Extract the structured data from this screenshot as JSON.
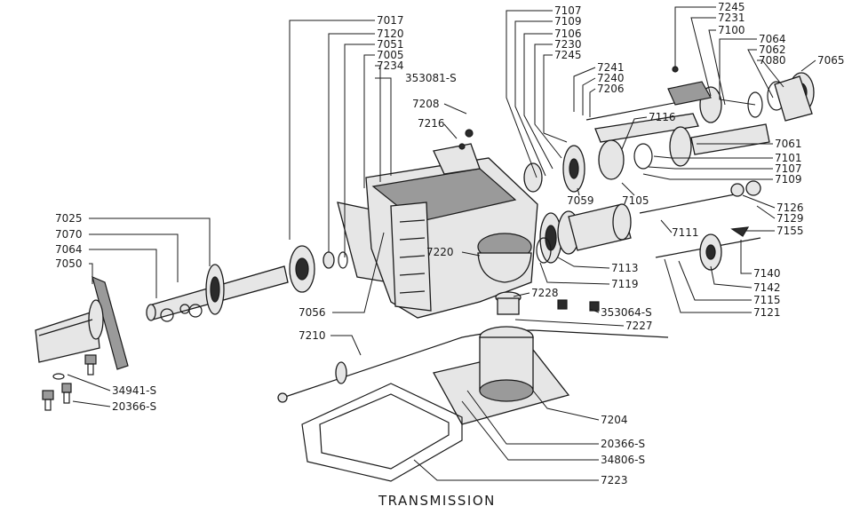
{
  "title": "TRANSMISSION",
  "labels": {
    "l7017": "7017",
    "l7120": "7120",
    "l7051": "7051",
    "l7005": "7005",
    "l7234": "7234",
    "l353081s": "353081-S",
    "l7208": "7208",
    "l7216": "7216",
    "l7025": "7025",
    "l7070": "7070",
    "l7064a": "7064",
    "l7050": "7050",
    "l7220": "7220",
    "l7056": "7056",
    "l7210": "7210",
    "l34941s": "34941-S",
    "l20366s_a": "20366-S",
    "l7107a": "7107",
    "l7109a": "7109",
    "l7106": "7106",
    "l7230": "7230",
    "l7245a": "7245",
    "l7241": "7241",
    "l7240": "7240",
    "l7206": "7206",
    "l7116": "7116",
    "l7245b": "7245",
    "l7231": "7231",
    "l7100": "7100",
    "l7064b": "7064",
    "l7062": "7062",
    "l7080": "7080",
    "l7065": "7065",
    "l7061": "7061",
    "l7101": "7101",
    "l7107b": "7107",
    "l7109b": "7109",
    "l7059": "7059",
    "l7105": "7105",
    "l7126": "7126",
    "l7129": "7129",
    "l7155": "7155",
    "l7111": "7111",
    "l7113": "7113",
    "l7119": "7119",
    "l7140": "7140",
    "l7142": "7142",
    "l7115": "7115",
    "l7121": "7121",
    "l7228": "7228",
    "l353064s": "353064-S",
    "l7227": "7227",
    "l7204": "7204",
    "l20366s_b": "20366-S",
    "l34806s": "34806-S",
    "l7223": "7223"
  }
}
